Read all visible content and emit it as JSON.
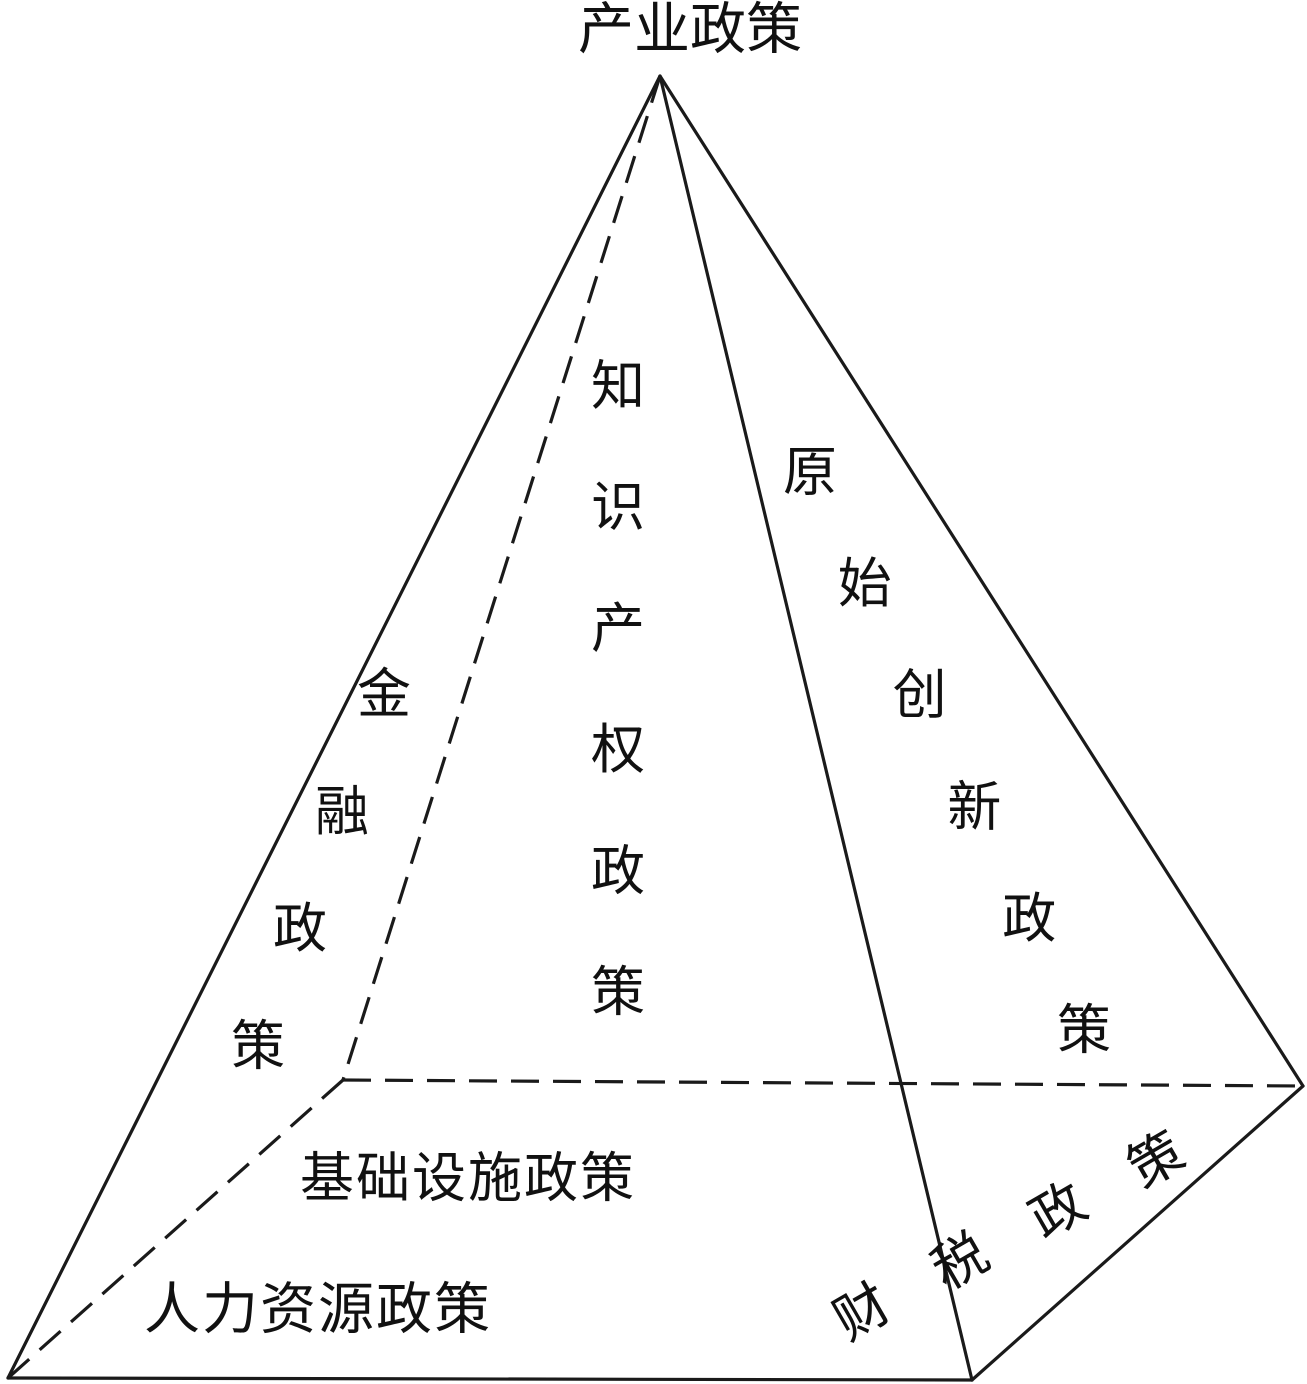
{
  "labels": {
    "apex": "产业政策",
    "face_left": "金融政策",
    "face_center": "知识产权政策",
    "face_right": "原始创新政策",
    "base_back": "基础设施政策",
    "base_front": "人力资源政策",
    "face_front_right": "财税政策"
  },
  "colors": {
    "line": "#1a1a1a",
    "text": "#111111",
    "background": "#ffffff"
  }
}
